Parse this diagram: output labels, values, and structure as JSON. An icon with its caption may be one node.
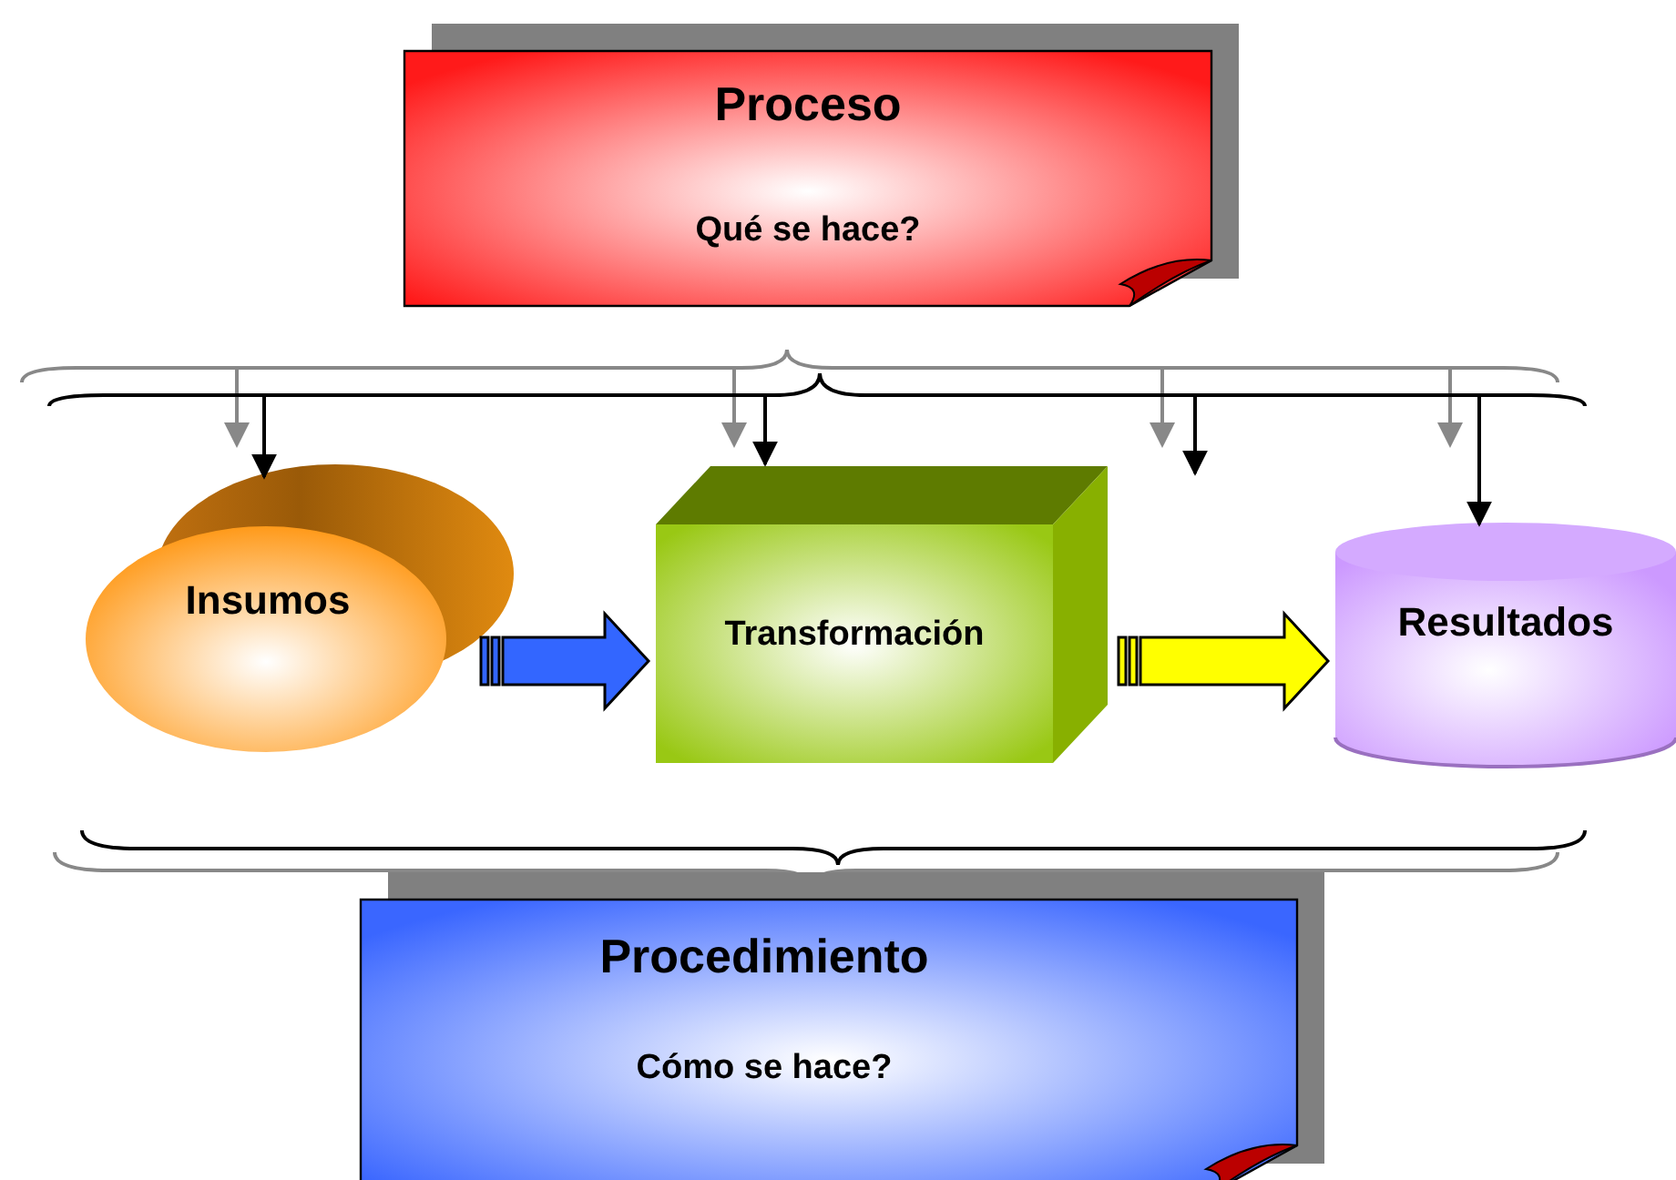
{
  "diagram": {
    "nodes": [
      {
        "text": [
          "Proceso",
          "Qué se hace?"
        ]
      },
      {
        "text": [],
        "shape": "brace"
      },
      {
        "text": [
          "Insumos"
        ]
      },
      {
        "text": [
          "Transformación"
        ]
      },
      {
        "text": [
          "Resultados"
        ]
      },
      {
        "text": [
          "Procedimiento",
          "Cómo se hace?"
        ]
      }
    ],
    "edges": [
      {
        "from": 1,
        "to": 2,
        "arrow": "to"
      },
      {
        "from": 1,
        "to": 3,
        "arrow": "to"
      },
      {
        "from": 1,
        "to": null,
        "arrow": "to"
      },
      {
        "from": 1,
        "to": 4,
        "arrow": "to"
      },
      {
        "from": 2,
        "to": 3,
        "arrow": "to",
        "style": "thick",
        "color": "#3366ff"
      },
      {
        "from": 3,
        "to": 4,
        "arrow": "to",
        "style": "thick",
        "color": "#ffff00"
      }
    ]
  }
}
